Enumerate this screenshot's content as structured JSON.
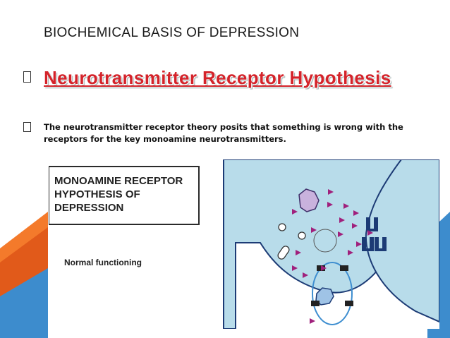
{
  "slide": {
    "title": "BIOCHEMICAL BASIS OF DEPRESSION",
    "heading": "Neurotransmitter Receptor Hypothesis",
    "body": "The neurotransmitter receptor theory posits that something is wrong with the receptors for the key monoamine neurotransmitters."
  },
  "figure": {
    "label_line1": "MONOAMINE RECEPTOR",
    "label_line2": "HYPOTHESIS OF",
    "label_line3": "DEPRESSION",
    "caption": "Normal functioning"
  },
  "colors": {
    "heading": "#d4232a",
    "neuron_fill": "#b8dcea",
    "neuron_stroke": "#1c3b75",
    "transmitter": "#a0207c",
    "accent_orange": "#f26b21",
    "accent_blue": "#3e8ed0"
  }
}
